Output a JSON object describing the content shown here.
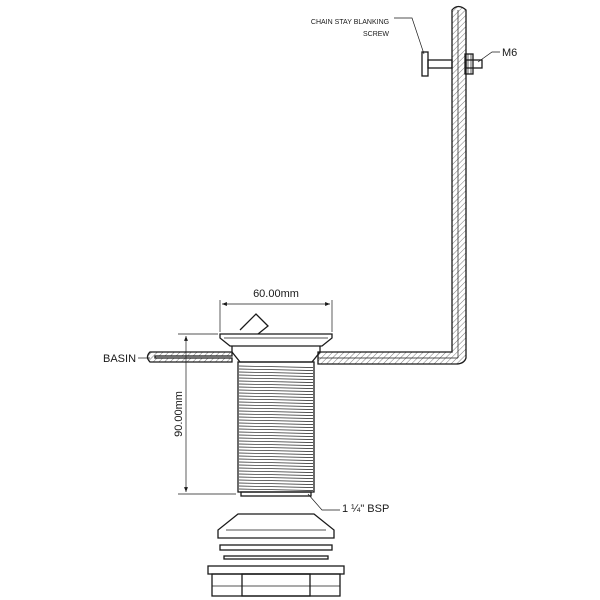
{
  "labels": {
    "chain_stay_line1": "CHAIN STAY BLANKING",
    "chain_stay_line2": "SCREW",
    "thread_size": "M6",
    "basin": "BASIN",
    "flange_diameter": "60.00mm",
    "body_length": "90.00mm",
    "thread_spec": "1 ¼\" BSP"
  },
  "colors": {
    "line": "#1a1a1a",
    "background": "#ffffff",
    "nut_fill": "#d9d9d9"
  }
}
